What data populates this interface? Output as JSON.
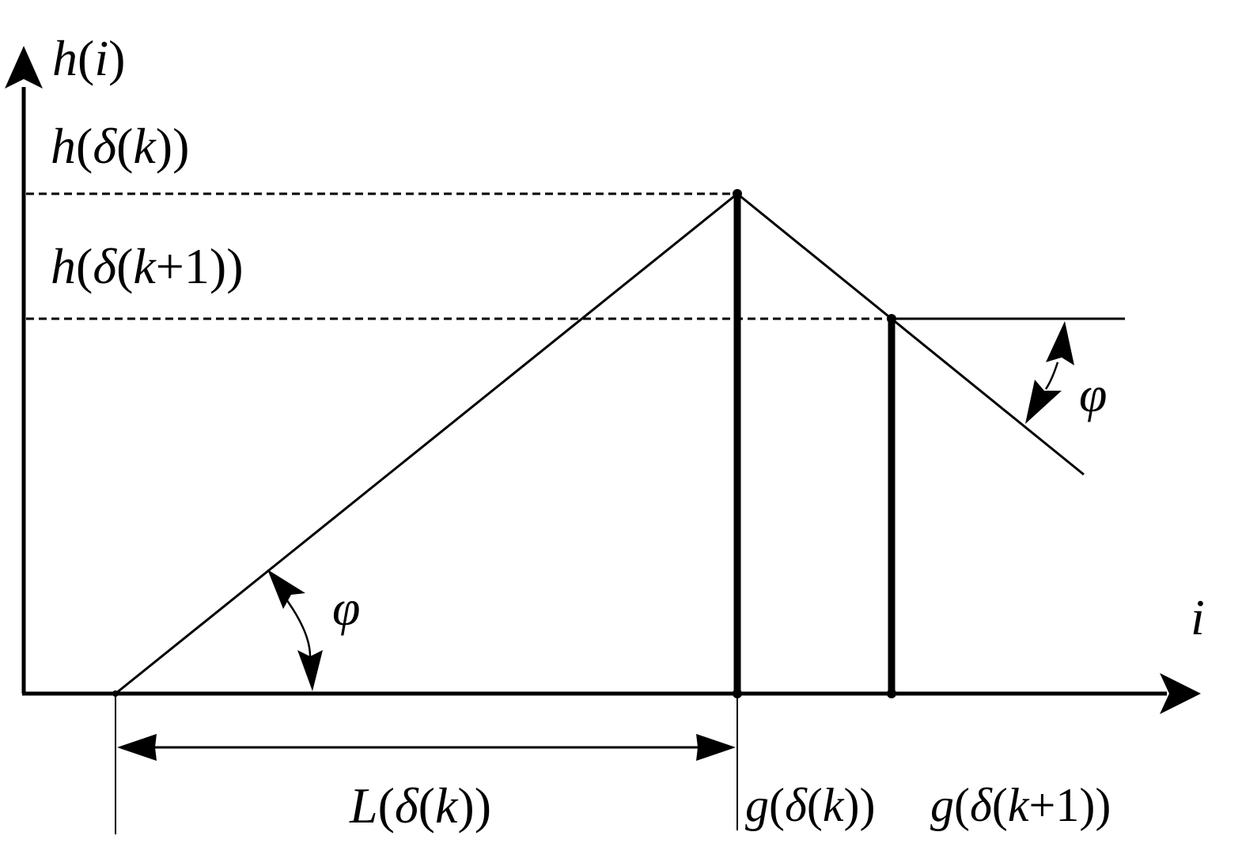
{
  "labels": {
    "y_axis": {
      "h": "h",
      "open": "(",
      "i": "i",
      "close": ")"
    },
    "x_axis": {
      "i": "i"
    },
    "h_delta_k": {
      "h": "h",
      "open1": "(",
      "delta": "δ",
      "open2": "(",
      "k": "k",
      "close": "))"
    },
    "h_delta_k1": {
      "h": "h",
      "open1": "(",
      "delta": "δ",
      "open2": "(",
      "k": "k",
      "plus1": "+1",
      "close": "))"
    },
    "angle": "φ",
    "L_delta_k": {
      "L": "L",
      "open1": "(",
      "delta": "δ",
      "open2": "(",
      "k": "k",
      "close": "))"
    },
    "g_delta_k": {
      "g": "g",
      "open1": "(",
      "delta": "δ",
      "open2": "(",
      "k": "k",
      "close": "))"
    },
    "g_delta_k1": {
      "g": "g",
      "open1": "(",
      "delta": "δ",
      "open2": "(",
      "k": "k",
      "plus1": "+1",
      "close": "))"
    }
  },
  "colors": {
    "stroke": "#000000",
    "background": "#ffffff"
  }
}
